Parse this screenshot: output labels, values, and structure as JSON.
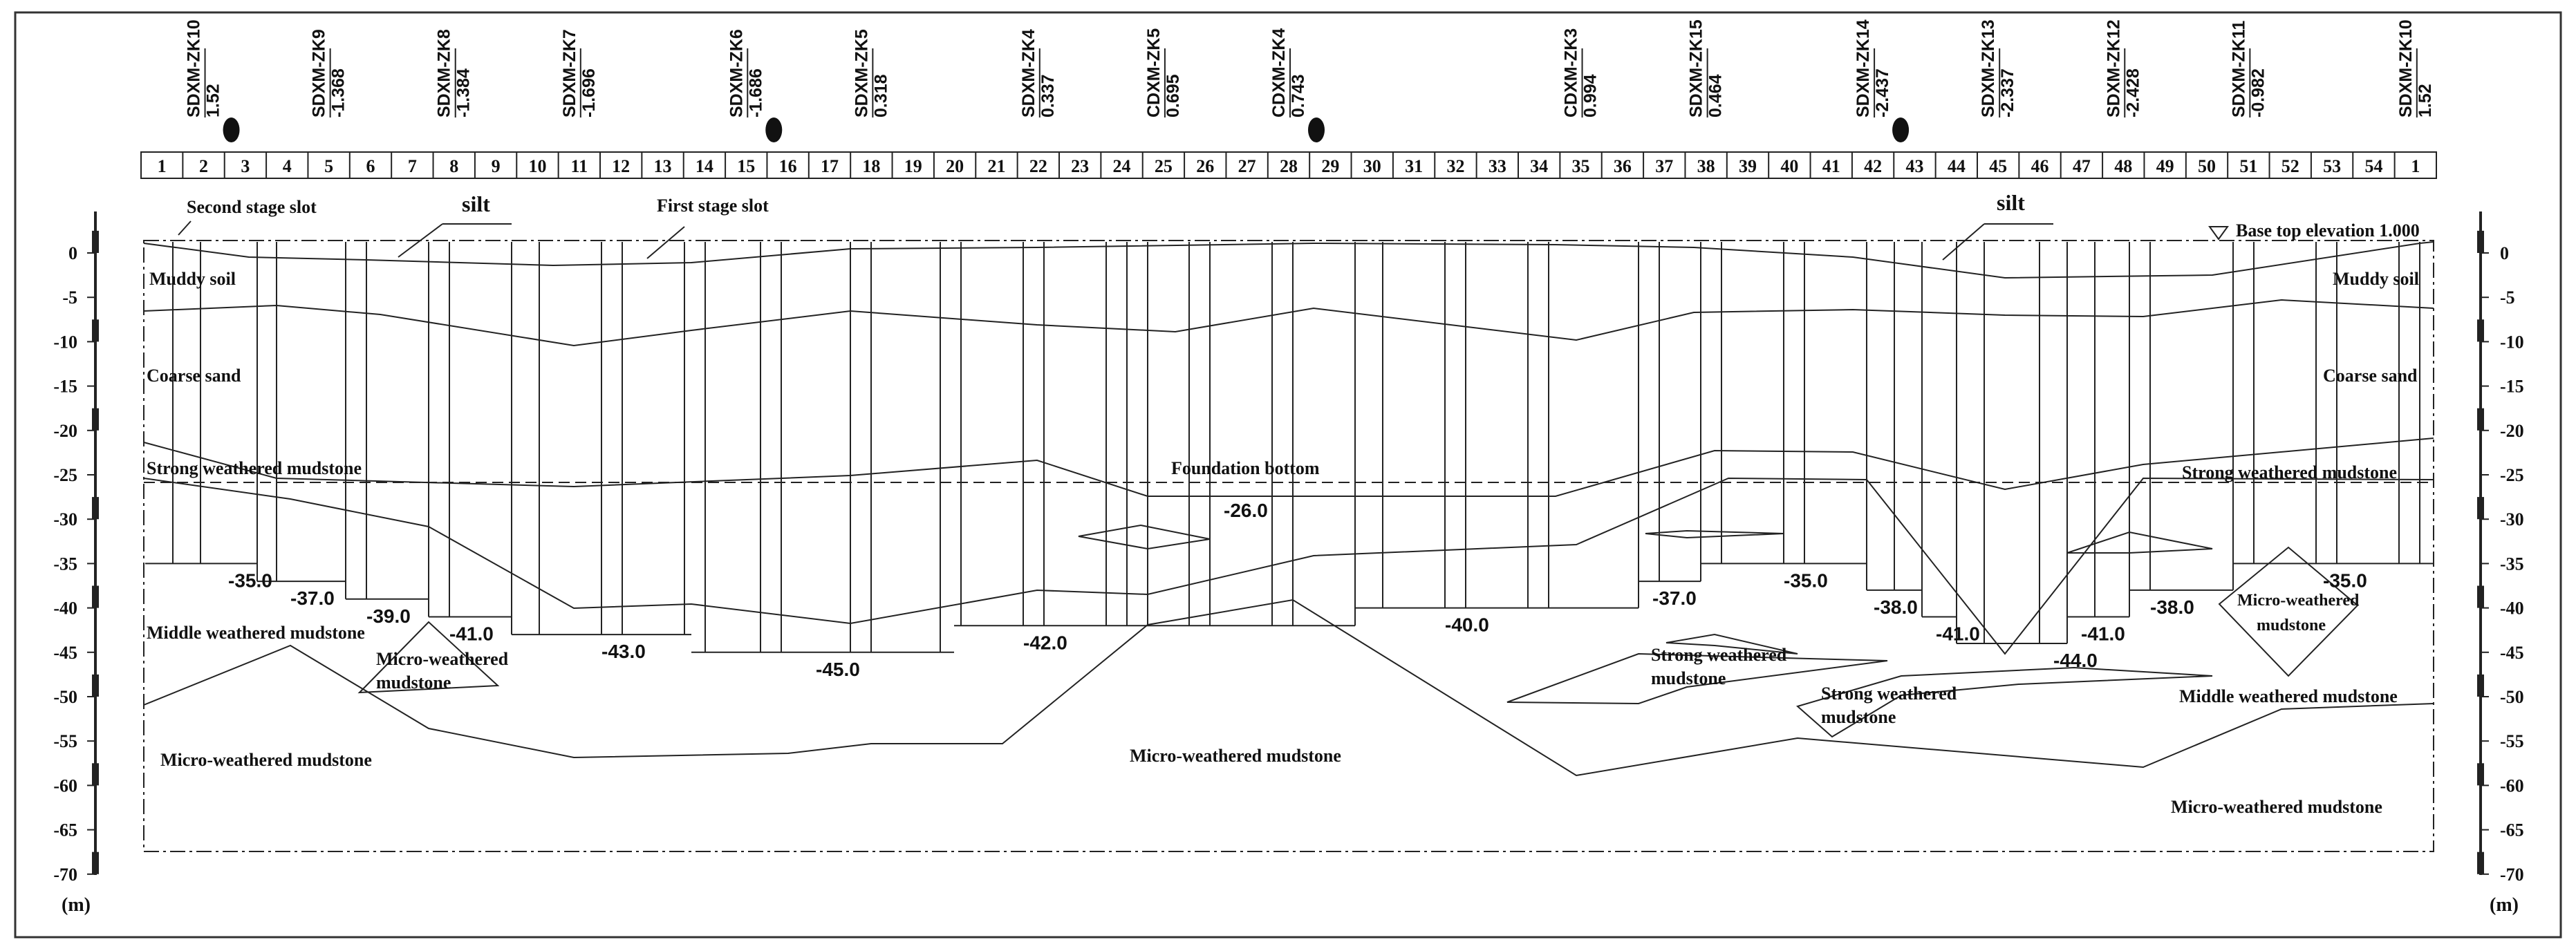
{
  "boreholes": [
    {
      "slot": 2,
      "id": "SDXM-ZK10",
      "elev": "1.52",
      "dot": true
    },
    {
      "slot": 5,
      "id": "SDXM-ZK9",
      "elev": "-1.368",
      "dot": false
    },
    {
      "slot": 8,
      "id": "SDXM-ZK8",
      "elev": "-1.384",
      "dot": false
    },
    {
      "slot": 11,
      "id": "SDXM-ZK7",
      "elev": "-1.696",
      "dot": false
    },
    {
      "slot": 15,
      "id": "SDXM-ZK6",
      "elev": "-1.686",
      "dot": true
    },
    {
      "slot": 18,
      "id": "SDXM-ZK5",
      "elev": "0.318",
      "dot": false
    },
    {
      "slot": 22,
      "id": "SDXM-ZK4",
      "elev": "0.337",
      "dot": false
    },
    {
      "slot": 25,
      "id": "CDXM-ZK5",
      "elev": "0.695",
      "dot": false
    },
    {
      "slot": 28,
      "id": "CDXM-ZK4",
      "elev": "0.743",
      "dot": true
    },
    {
      "slot": 35,
      "id": "CDXM-ZK3",
      "elev": "0.994",
      "dot": false
    },
    {
      "slot": 38,
      "id": "SDXM-ZK15",
      "elev": "0.464",
      "dot": false
    },
    {
      "slot": 42,
      "id": "SDXM-ZK14",
      "elev": "-2.437",
      "dot": true
    },
    {
      "slot": 45,
      "id": "SDXM-ZK13",
      "elev": "-2.337",
      "dot": false
    },
    {
      "slot": 48,
      "id": "SDXM-ZK12",
      "elev": "-2.428",
      "dot": false
    },
    {
      "slot": 51,
      "id": "SDXM-ZK11",
      "elev": "-0.982",
      "dot": false
    },
    {
      "slot": 55,
      "id": "SDXM-ZK10",
      "elev": "1.52",
      "dot": false
    }
  ],
  "slots": [
    "1",
    "2",
    "3",
    "4",
    "5",
    "6",
    "7",
    "8",
    "9",
    "10",
    "11",
    "12",
    "13",
    "14",
    "15",
    "16",
    "17",
    "18",
    "19",
    "20",
    "21",
    "22",
    "23",
    "24",
    "25",
    "26",
    "27",
    "28",
    "29",
    "30",
    "31",
    "32",
    "33",
    "34",
    "35",
    "36",
    "37",
    "38",
    "39",
    "40",
    "41",
    "42",
    "43",
    "44",
    "45",
    "46",
    "47",
    "48",
    "49",
    "50",
    "51",
    "52",
    "53",
    "54",
    "1"
  ],
  "depth_axis": {
    "ticks": [
      "0",
      "-5",
      "-10",
      "-15",
      "-20",
      "-25",
      "-30",
      "-35",
      "-40",
      "-45",
      "-50",
      "-55",
      "-60",
      "-65",
      "-70"
    ],
    "unit": "(m)"
  },
  "labels": {
    "second_stage_slot": "Second stage slot",
    "first_stage_slot": "First stage slot",
    "silt": "silt",
    "base_top_elevation": "Base top elevation 1.000",
    "muddy_soil": "Muddy soil",
    "coarse_sand": "Coarse sand",
    "strong_weathered_mudstone": "Strong weathered mudstone",
    "foundation_bottom": "Foundation bottom",
    "foundation_bottom_value": "-26.0",
    "middle_weathered_mudstone": "Middle weathered mudstone",
    "micro_weathered_mudstone": "Micro-weathered mudstone",
    "micro_weathered_l1": "Micro-weathered",
    "micro_weathered_l2": "mudstone",
    "strong_weathered_l1": "Strong weathered",
    "strong_weathered_l2": "mudstone"
  },
  "panel_depths": [
    "-35.0",
    "-37.0",
    "-39.0",
    "-41.0",
    "-43.0",
    "-45.0",
    "-42.0",
    "-40.0",
    "-37.0",
    "-35.0",
    "-38.0",
    "-41.0",
    "-44.0",
    "-41.0",
    "-38.0",
    "-35.0"
  ]
}
